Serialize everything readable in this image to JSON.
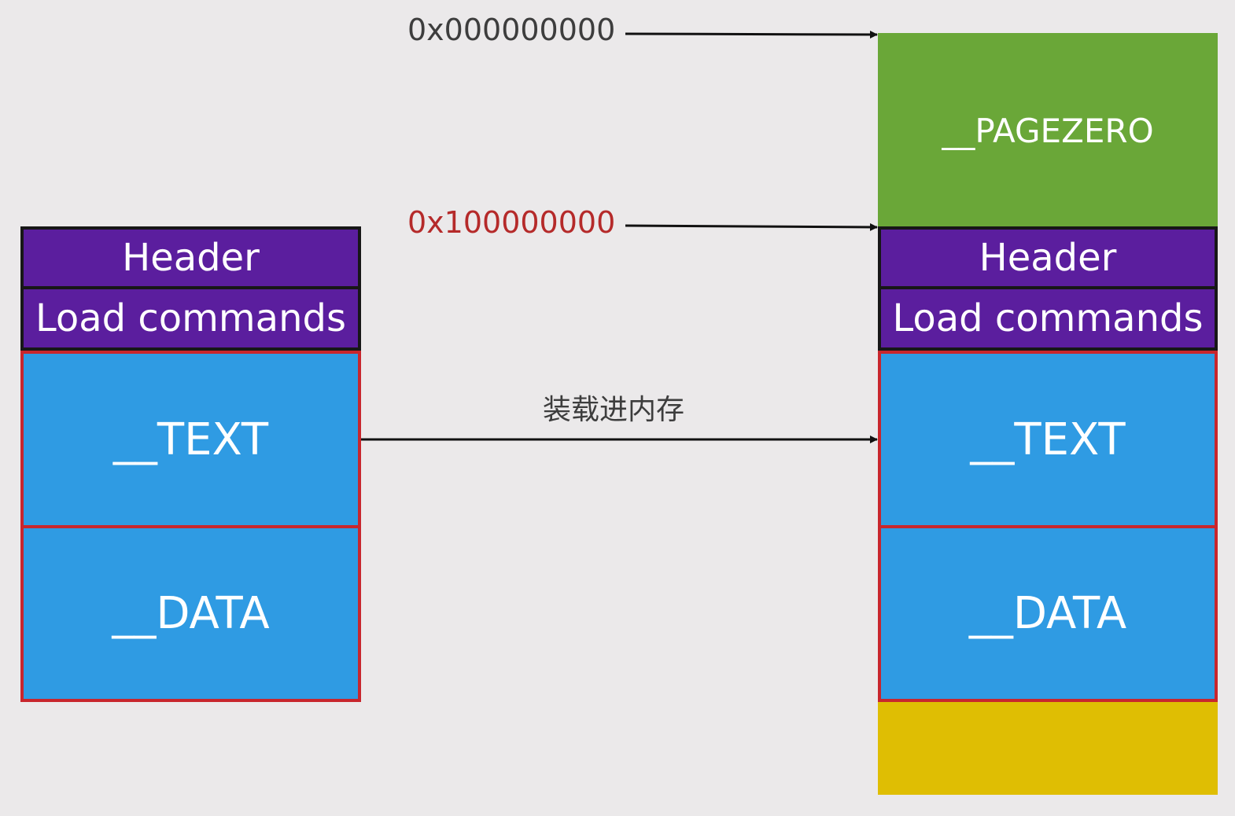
{
  "file_layout": {
    "header": "Header",
    "load_commands": "Load commands",
    "text": "__TEXT",
    "data": "__DATA"
  },
  "memory_layout": {
    "pagezero": "__PAGEZERO",
    "header": "Header",
    "load_commands": "Load commands",
    "text": "__TEXT",
    "data": "__DATA"
  },
  "addresses": {
    "zero": "0x000000000",
    "base": "0x100000000"
  },
  "load_label": "装载进内存",
  "colors": {
    "header_fill": "#5b1e9e",
    "segment_fill": "#2f9be3",
    "segment_border": "#c8262d",
    "pagezero_fill": "#6aa738",
    "trailing_fill": "#dfbe03",
    "zero_address_text": "#3d3d3d",
    "base_address_text": "#b52a2a"
  }
}
